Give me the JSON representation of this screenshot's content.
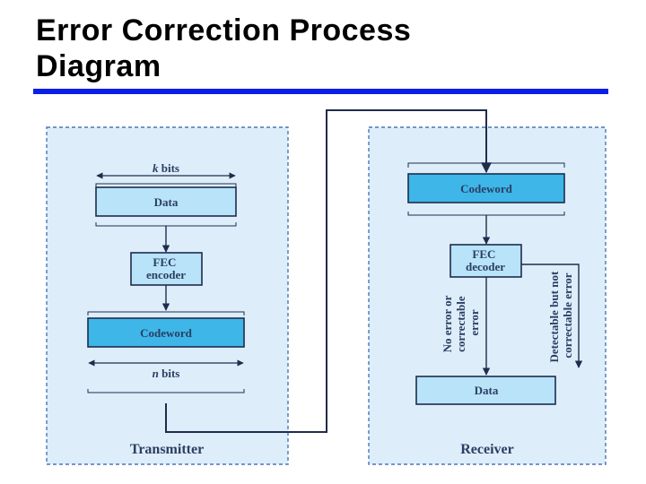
{
  "title": {
    "line1": "Error Correction Process",
    "line2": "Diagram"
  },
  "transmitter": {
    "label": "Transmitter",
    "k_var": "k",
    "k_unit": " bits",
    "data_label": "Data",
    "encoder_line1": "FEC",
    "encoder_line2": "encoder",
    "codeword_label": "Codeword",
    "n_var": "n",
    "n_unit": " bits"
  },
  "receiver": {
    "label": "Receiver",
    "codeword_label": "Codeword",
    "decoder_line1": "FEC",
    "decoder_line2": "decoder",
    "data_label": "Data",
    "path_a_line1": "No error or",
    "path_a_line2": "correctable",
    "path_a_line3": "error",
    "path_b_line1": "Detectable but not",
    "path_b_line2": "correctable error"
  },
  "colors": {
    "title_rule": "#0a1ee8",
    "panel_fill": "#ddeefa",
    "panel_border": "#4b77b7",
    "light_box": "#b8e3f8",
    "dark_box": "#3eb6e8",
    "box_border": "#1f2c4d",
    "text": "#2b3e63"
  }
}
